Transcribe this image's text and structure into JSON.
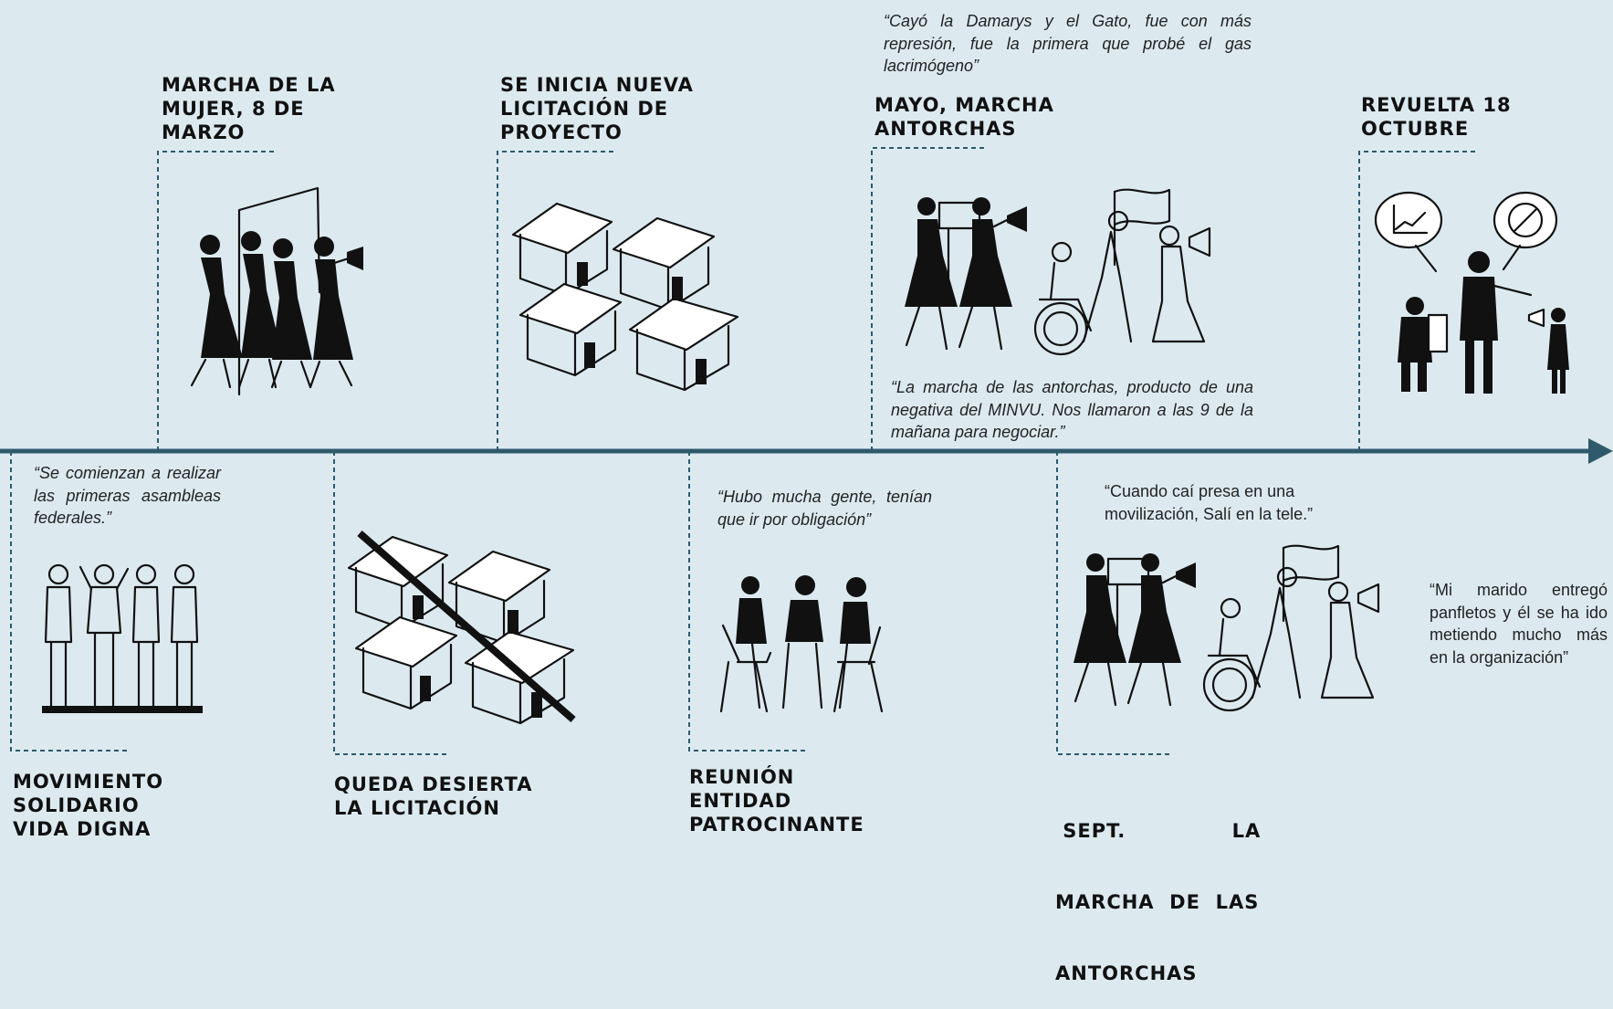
{
  "colors": {
    "background": "#dceaf0",
    "timeline": "#2e5a6b",
    "ink": "#111111"
  },
  "events_top": [
    {
      "id": "marcha-mujer",
      "title_lines": [
        "MARCHA DE LA",
        "MUJER, 8 DE",
        "MARZO"
      ],
      "icon": "women-march-icon"
    },
    {
      "id": "nueva-licitacion",
      "title_lines": [
        "SE INICIA NUEVA",
        "LICITACIÓN     DE",
        "PROYECTO"
      ],
      "icon": "houses-icon"
    },
    {
      "id": "mayo-antorchas",
      "title_lines": [
        "MAYO,      MARCHA",
        "ANTORCHAS"
      ],
      "icon": "torch-march-icon",
      "quote_above": "“Cayó la Damarys y el Gato, fue con más represión, fue la primera que probé el gas lacrimógeno”",
      "quote_below": "“La marcha de las antorchas, producto de una negativa del MINVU. Nos llamaron a las 9 de la mañana para negociar.”"
    },
    {
      "id": "revuelta",
      "title_lines": [
        "REVUELTA 18",
        "OCTUBRE"
      ],
      "icon": "revolt-icon"
    }
  ],
  "events_bottom": [
    {
      "id": "movimiento",
      "title_lines": [
        "MOVIMIENTO",
        "SOLIDARIO",
        "VIDA DIGNA"
      ],
      "icon": "assembly-icon",
      "quote": "“Se comienzan a realizar las primeras asambleas federales.”"
    },
    {
      "id": "desierta",
      "title_lines": [
        "QUEDA  DESIERTA",
        "LA LICITACIÓN"
      ],
      "icon": "crossed-houses-icon"
    },
    {
      "id": "reunion",
      "title_lines": [
        "REUNIÓN",
        "ENTIDAD",
        "PATROCINANTE"
      ],
      "icon": "meeting-icon",
      "quote": "“Hubo mucha gente, tenían que ir por obligación”"
    },
    {
      "id": "sept",
      "title_lines": [
        " SEPT.              LA",
        "MARCHA  DE  LAS",
        "ANTORCHAS"
      ],
      "icon": "torch-march-icon",
      "quote": "“Cuando caí presa en una movilización, Salí en la tele.”"
    }
  ],
  "side_quote": "“Mi marido entregó panfletos y él se ha ido metiendo mucho más en la organización”"
}
